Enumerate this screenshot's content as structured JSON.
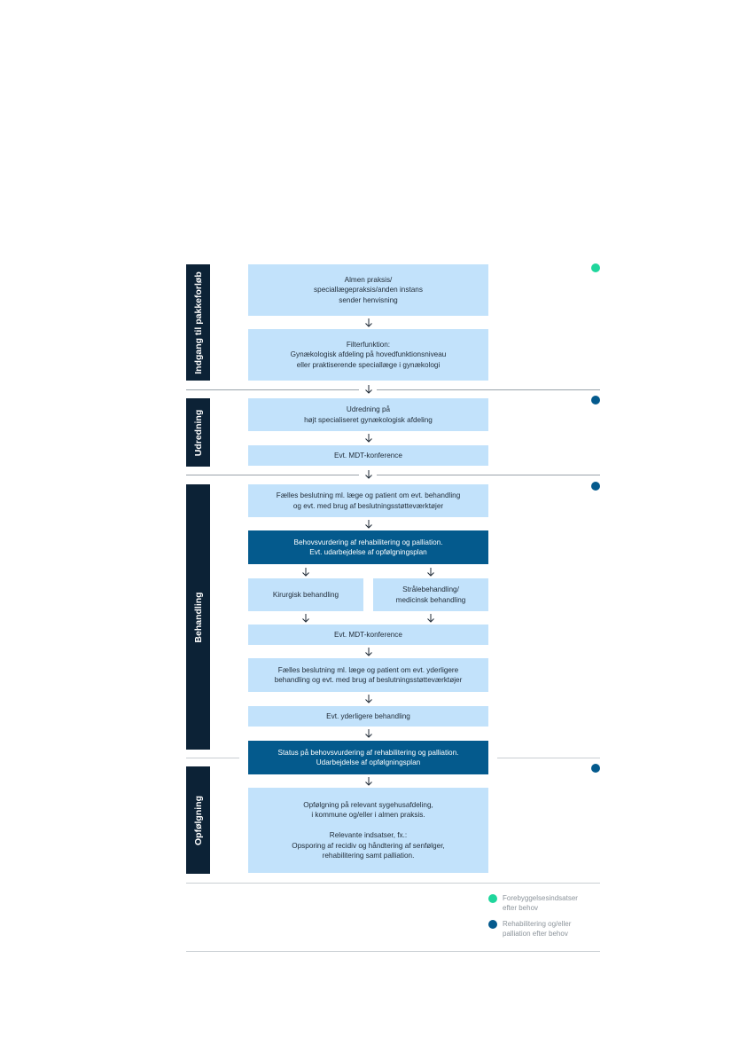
{
  "phases": {
    "indgang": "Indgang til pakkeforløb",
    "udredning": "Udredning",
    "behandling": "Behandling",
    "opfoelgning": "Opfølgning"
  },
  "boxes": {
    "almen_praksis": "Almen praksis/\nspeciallægepraksis/anden instans\nsender henvisning",
    "filterfunktion": "Filterfunktion:\nGynækologisk afdeling på hovedfunktionsniveau\neller praktiserende speciallæge i gynækologi",
    "udredning_paa": "Udredning på\nhøjt specialiseret gynækologisk afdeling",
    "mdt_konference_1": "Evt. MDT-konference",
    "faelles_beslutning_1": "Fælles beslutning ml. læge og patient om evt. behandling\nog evt. med brug af beslutningsstøtteværktøjer",
    "behovsvurdering": "Behovsvurdering af rehabilitering og palliation.\nEvt. udarbejdelse af opfølgningsplan",
    "kirurgisk": "Kirurgisk behandling",
    "straale": "Strålebehandling/\nmedicinsk behandling",
    "mdt_konference_2": "Evt. MDT-konference",
    "faelles_beslutning_2": "Fælles beslutning ml. læge og patient om evt. yderligere\nbehandling og evt. med brug af beslutningsstøtteværktøjer",
    "yderligere_behandling": "Evt. yderligere behandling",
    "status_behovsvurdering": "Status på behovsvurdering af rehabilitering og palliation.\nUdarbejdelse af opfølgningsplan",
    "opfoelgning_paa": "Opfølgning på relevant sygehusafdeling,\ni kommune og/eller i almen praksis.\n\nRelevante indsatser, fx.:\nOpsporing af recidiv og håndtering af senfølger,\nrehabilitering samt palliation."
  },
  "legend": {
    "forebyggelse": "Forebyggelsesindsatser\nefter behov",
    "rehabilitering": "Rehabilitering og/eller\npalliation efter behov"
  },
  "colors": {
    "phase_bar": "#0c2236",
    "light_box": "#c2e2fb",
    "dark_box": "#045a8d",
    "dot_green": "#1fd69c",
    "dot_blue": "#045a8d"
  },
  "icons": {
    "arrow": "arrow-down-icon",
    "dot": "circle-icon"
  }
}
